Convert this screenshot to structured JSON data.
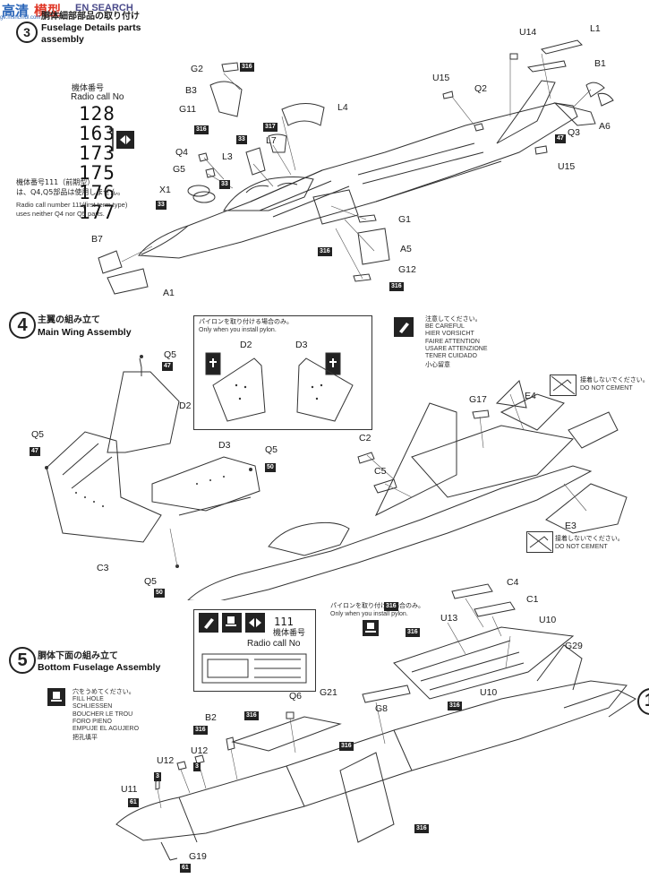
{
  "watermark": {
    "left": "高清",
    "right": "模型",
    "tag": "EN SEARCH",
    "site": "ge.mshcmdl.com"
  },
  "step3": {
    "jp_title": "胴体細部部品の取り付け",
    "en_title_line1": "Fuselage Details parts",
    "en_title_line2": "assembly"
  },
  "radio_call": {
    "jp": "機体番号",
    "en": "Radio call No",
    "numbers": [
      "128",
      "163",
      "173",
      "175",
      "176",
      "177"
    ],
    "note_jp_1": "機体番号111（前期型）",
    "note_jp_2": "は、Q4,Q5部品は使用しません。",
    "note_en_1": "Radio call number 111(first term type)",
    "note_en_2": "uses neither Q4 nor Q5 parts."
  },
  "step3_parts": {
    "G2": "G2",
    "B3": "B3",
    "G11": "G11",
    "Q4": "Q4",
    "G5": "G5",
    "X1": "X1",
    "L3": "L3",
    "L4": "L4",
    "L7": "L7",
    "B7": "B7",
    "A1": "A1",
    "G1": "G1",
    "A5": "A5",
    "G12": "G12",
    "U14": "U14",
    "L1": "L1",
    "U15a": "U15",
    "Q2": "Q2",
    "B1": "B1",
    "A6": "A6",
    "Q3": "Q3",
    "U15b": "U15"
  },
  "paint": {
    "p316": "316",
    "p317": "317",
    "p33": "33",
    "p47": "47",
    "p50": "50",
    "p3": "3",
    "p61": "61"
  },
  "step4": {
    "num": "4",
    "jp_title": "主翼の組み立て",
    "en_title": "Main Wing Assembly",
    "pylon_jp": "パイロンを取り付ける場合のみ。",
    "pylon_en": "Only when you install pylon.",
    "careful": [
      "注意してください。",
      "BE CAREFUL",
      "HIER VORSICHT",
      "FAIRE ATTENTION",
      "USARE ATTENZIONE",
      "TENER CUIDADO",
      "小心留意"
    ],
    "nocement_jp": "接着しないでください。",
    "nocement_en": "DO NOT CEMENT"
  },
  "step4_parts": {
    "Q5a": "Q5",
    "D2a": "D2",
    "D3a": "D3",
    "D2b": "D2",
    "D3b": "D3",
    "Q5b": "Q5",
    "Q5c": "Q5",
    "Q5d": "Q5",
    "C3": "C3",
    "G17": "G17",
    "E4": "E4",
    "C2": "C2",
    "C5": "C5",
    "E3": "E3"
  },
  "step5": {
    "num": "5",
    "jp_title": "胴体下面の組み立て",
    "en_title": "Bottom Fuselage Assembly",
    "fill": [
      "穴をうめてください。",
      "FILL HOLE",
      "SCHLIESSEN",
      "BOUCHER LE TROU",
      "FORO PIENO",
      "EMPUJE EL AGUJERO",
      "把孔填平"
    ],
    "radio_jp": "機体番号",
    "radio_en": "Radio call No",
    "radio_num": "111",
    "pylon_jp": "パイロンを取り付ける場合のみ。",
    "pylon_en": "Only when you install pylon."
  },
  "step5_parts": {
    "C4": "C4",
    "C1": "C1",
    "U13": "U13",
    "U10a": "U10",
    "G29": "G29",
    "U10b": "U10",
    "Q6": "Q6",
    "G21": "G21",
    "B2": "B2",
    "G8": "G8",
    "U12a": "U12",
    "U12b": "U12",
    "U11": "U11",
    "G19": "G19"
  },
  "page_edge": "1"
}
